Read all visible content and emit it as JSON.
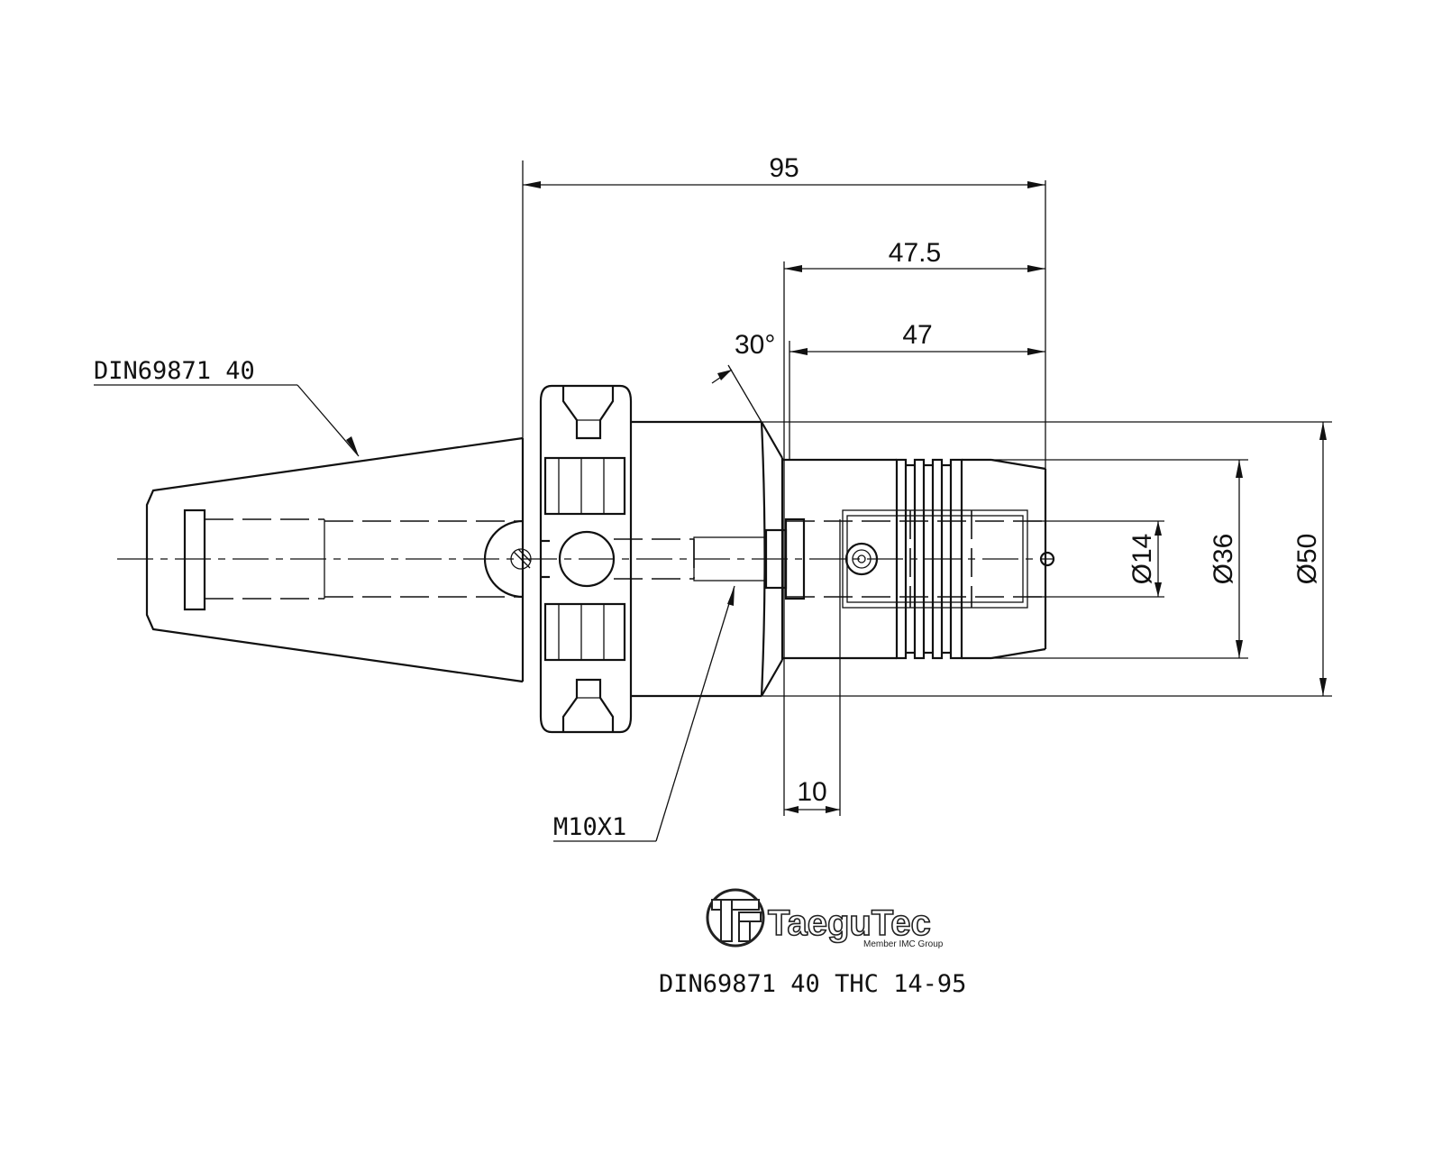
{
  "part_label": "DIN69871 40",
  "thread_label": "M10X1",
  "angle_label": "30°",
  "dimensions": {
    "overall_length": "95",
    "length_47_5": "47.5",
    "length_47": "47",
    "length_10": "10",
    "diameter_14": "Ø14",
    "diameter_36": "Ø36",
    "diameter_50": "Ø50"
  },
  "logo": {
    "brand": "TaeguTec",
    "tagline": "Member IMC Group"
  },
  "product_code": "DIN69871 40 THC 14-95"
}
